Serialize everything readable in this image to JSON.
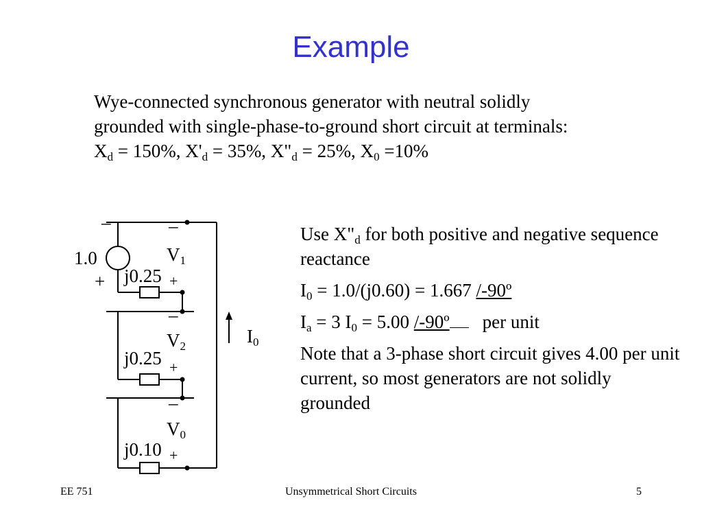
{
  "slide": {
    "title": "Example",
    "intro_line1": "Wye-connected synchronous generator with neutral solidly grounded with single-phase-to-ground short circuit at terminals:",
    "params": {
      "xd_sym": "X",
      "xd_sub": "d",
      "xd_val": " = 150%, ",
      "xpd_sym": "X'",
      "xpd_sub": "d",
      "xpd_val": " = 35%, ",
      "xppd_sym": "X\"",
      "xppd_sub": "d",
      "xppd_val": " = 25%, ",
      "x0_sym": "X",
      "x0_sub": "0",
      "x0_val": " =10%"
    },
    "notes": {
      "n1_pre": "Use X\"",
      "n1_sub": "d",
      "n1_post": " for both positive and negative sequence reactance",
      "n2_sym": "I",
      "n2_sub": "0",
      "n2_mid": " = 1.0/(j0.60) = 1.667 ",
      "n2_angle": "/-90º",
      "n3_sym": "I",
      "n3_sub": "a",
      "n3_mid1": " = 3 I",
      "n3_sub2": "0",
      "n3_mid2": " = 5.00 ",
      "n3_angle": "/-90º",
      "n3_post": "per unit",
      "n4": "Note that a 3-phase short circuit gives 4.00 per unit current, so most generators are not solidly grounded"
    },
    "circuit": {
      "source": "1.0",
      "minus": "–",
      "plus": "+",
      "v1": "V",
      "v1_sub": "1",
      "v2": "V",
      "v2_sub": "2",
      "v0": "V",
      "v0_sub": "0",
      "r1": "j0.25",
      "r2": "j0.25",
      "r0": "j0.10",
      "current": "I",
      "current_sub": "0"
    },
    "footer": {
      "left": "EE 751",
      "center": "Unsymmetrical Short Circuits",
      "page": "5"
    }
  }
}
